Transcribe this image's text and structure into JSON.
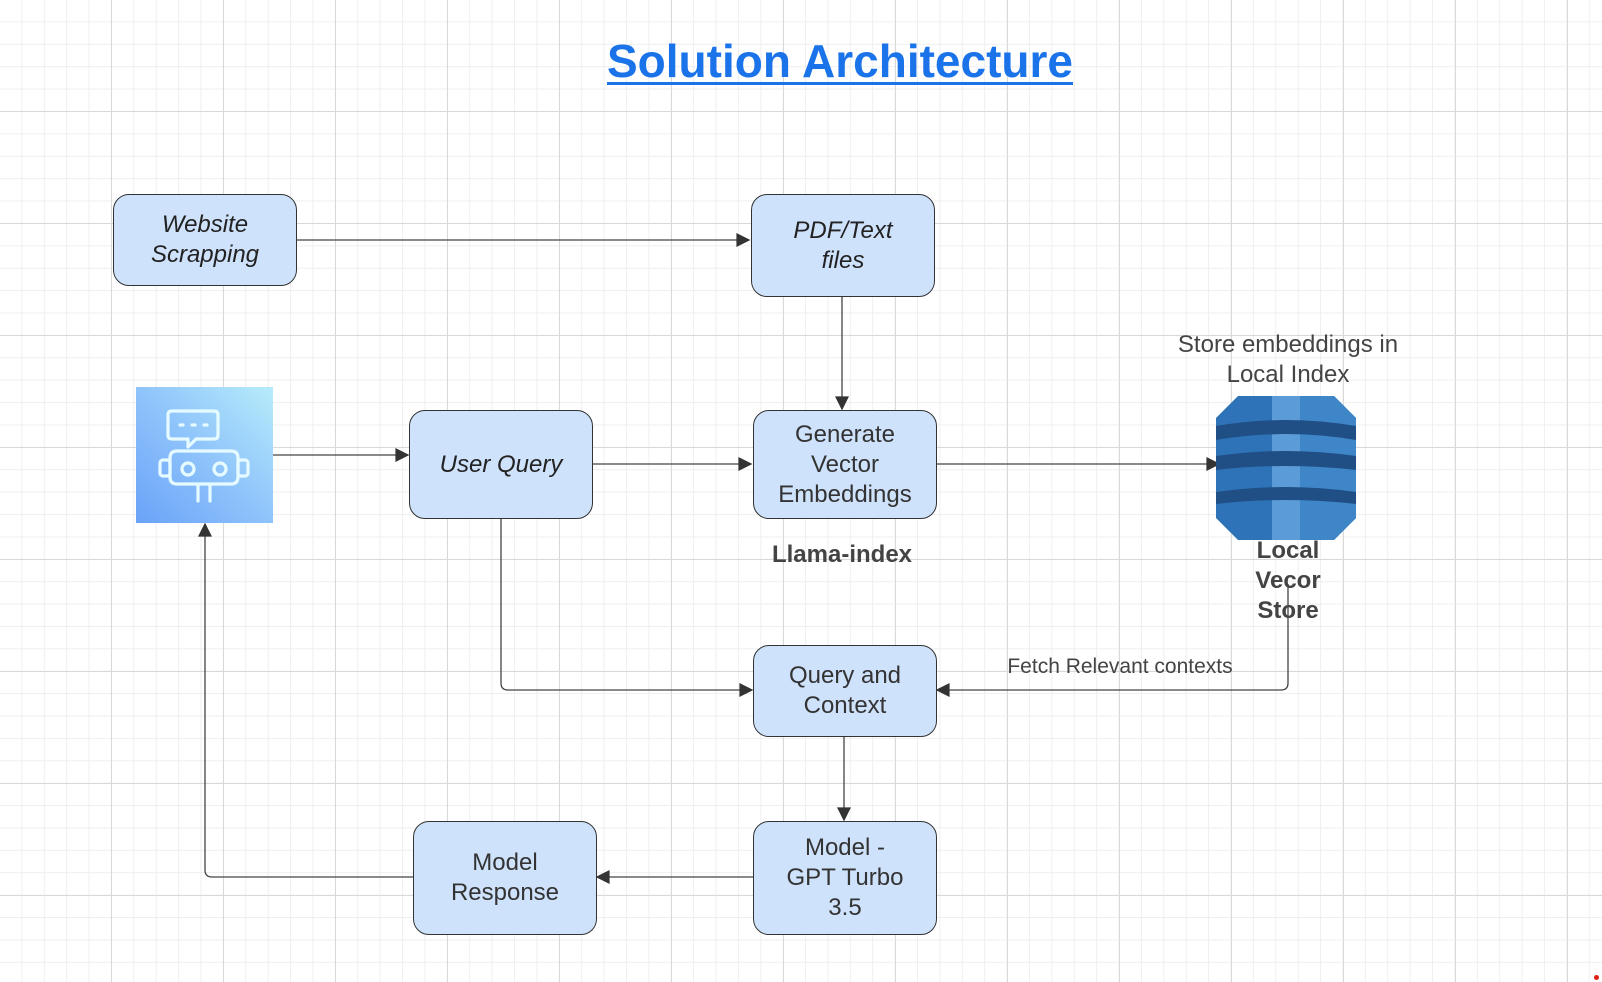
{
  "title": "Solution Architecture",
  "nodes": {
    "website_scrapping": "Website\nScrapping",
    "pdf_text_files": "PDF/Text\nfiles",
    "user_query": "User Query",
    "generate_vector_embeddings": "Generate\nVector\nEmbeddings",
    "query_and_context": "Query and\nContext",
    "model_gpt_turbo": "Model -\nGPT Turbo\n3.5",
    "model_response": "Model\nResponse"
  },
  "labels": {
    "store_embeddings": "Store embeddings in\nLocal Index",
    "llama_index": "Llama-index",
    "local_vector_store": "Local\nVecor\nStore",
    "fetch_relevant_contexts": "Fetch Relevant contexts"
  },
  "icons": {
    "chatbot": "chatbot-icon",
    "database": "dynamodb-database-icon"
  },
  "colors": {
    "node_fill": "#cfe2fb",
    "title": "#1a73e8",
    "database": "#2e73b8"
  }
}
